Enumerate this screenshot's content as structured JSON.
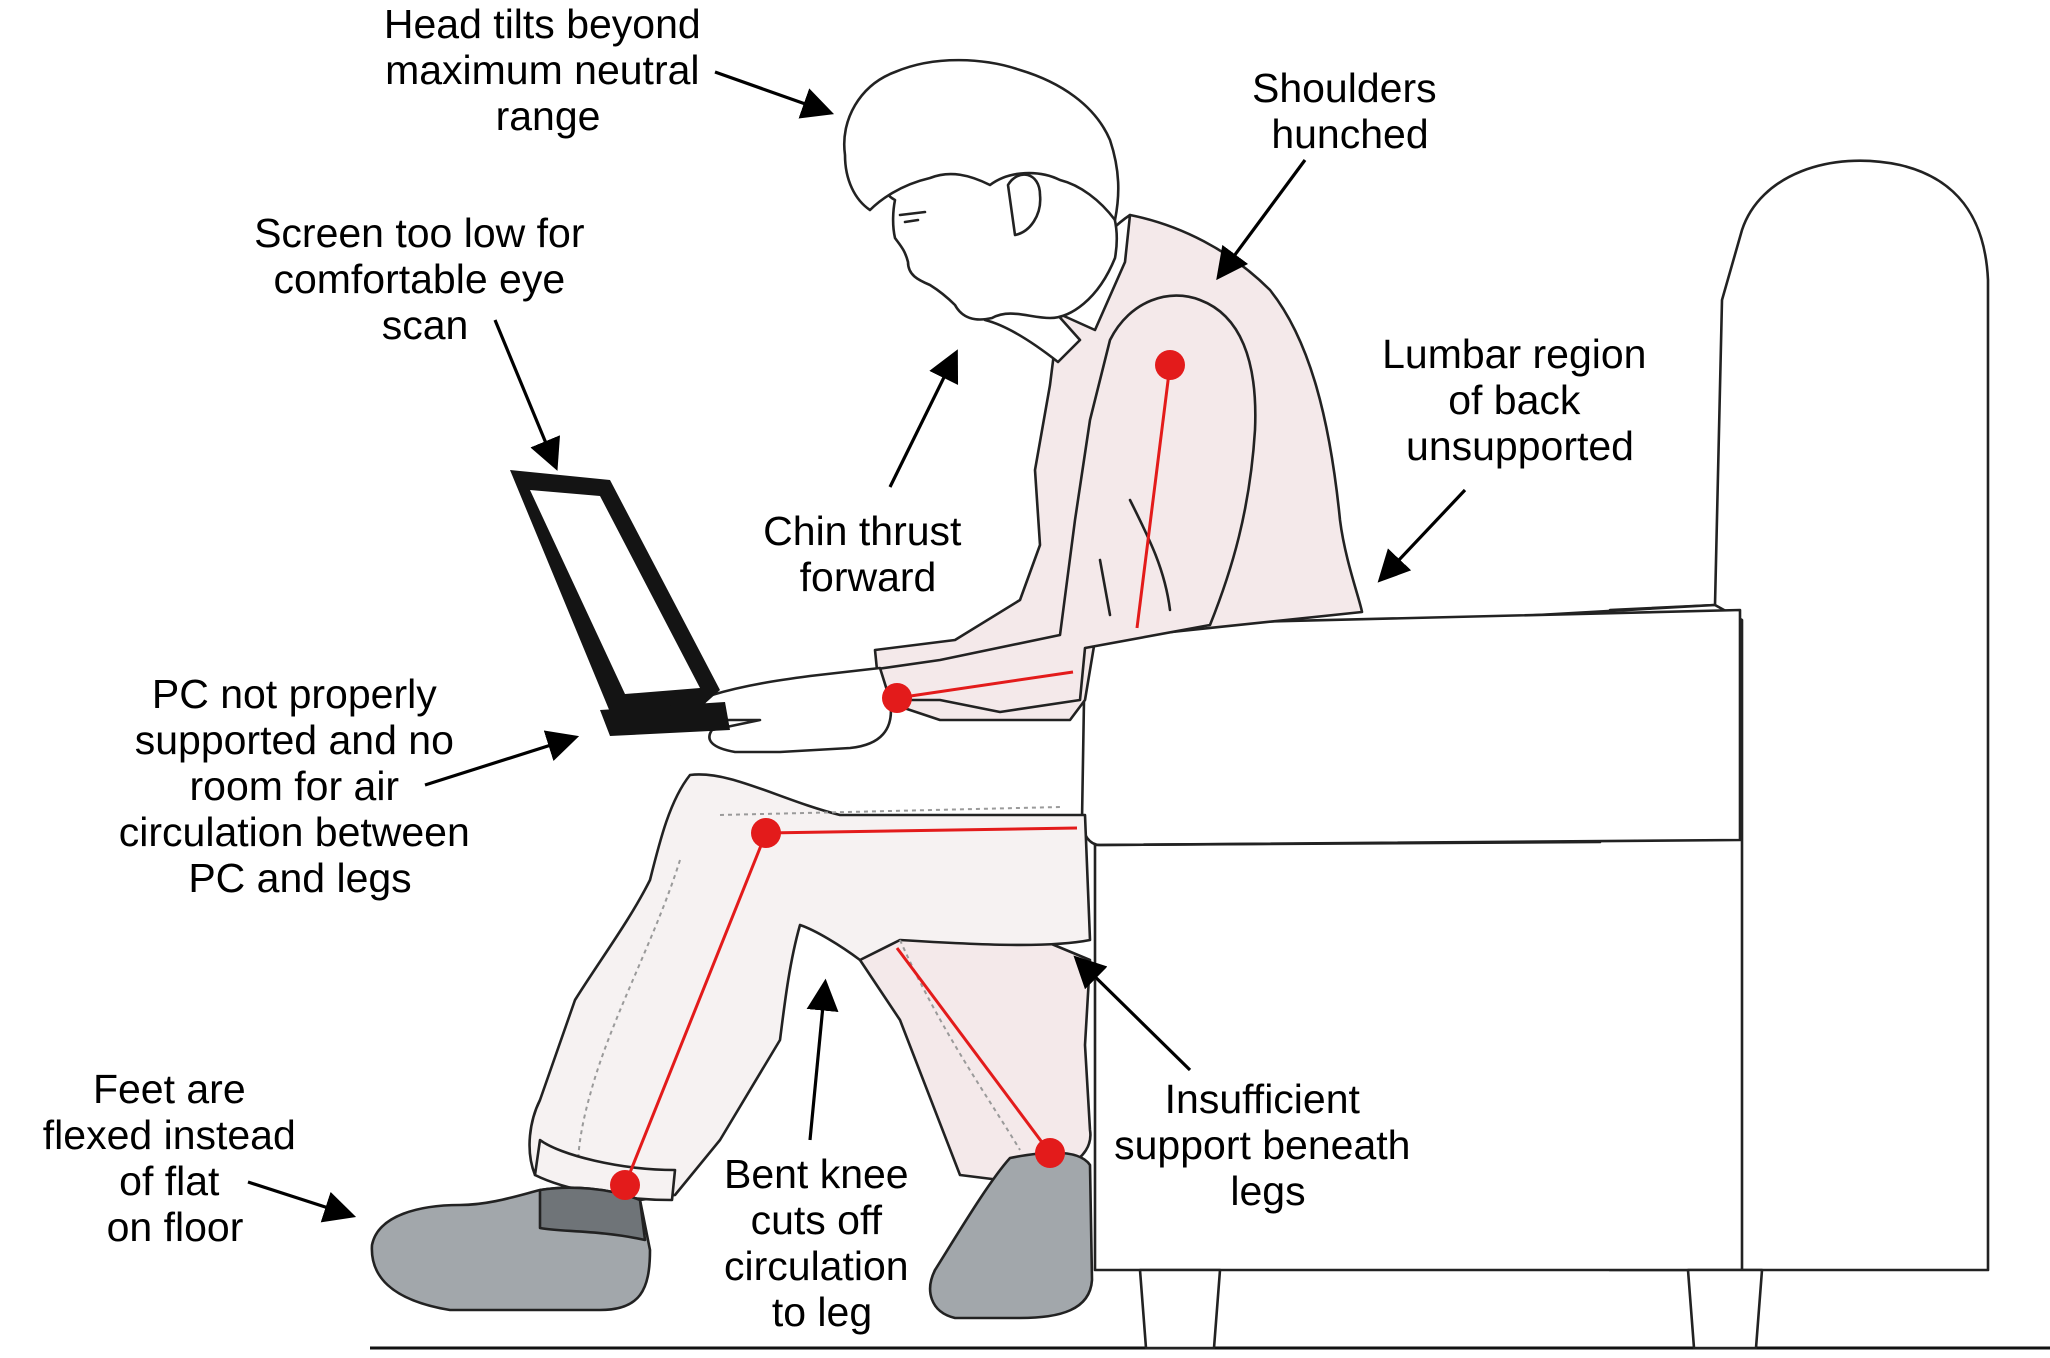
{
  "annotations": {
    "head": [
      "Head tilts beyond",
      "maximum neutral",
      "range"
    ],
    "shoulders": [
      "Shoulders",
      "hunched"
    ],
    "screen": [
      "Screen too low for",
      "comfortable eye",
      "scan"
    ],
    "lumbar": [
      "Lumbar region",
      "of back",
      "unsupported"
    ],
    "chin": [
      "Chin thrust",
      "forward"
    ],
    "pc": [
      "PC not properly",
      "supported and no",
      "room for air",
      "circulation between",
      "PC and legs"
    ],
    "feet": [
      "Feet are",
      "flexed instead",
      "of flat",
      "on floor"
    ],
    "knee": [
      "Bent knee",
      "cuts off",
      "circulation",
      "to leg"
    ],
    "legs_support": [
      "Insufficient",
      "support beneath",
      "legs"
    ]
  },
  "colors": {
    "shirt": "#f4e9ea",
    "pants": "#f6f2f2",
    "shoes": "#a2a7ab",
    "shoe_dark": "#6f7478",
    "joints": "#e31b1b",
    "outline": "#222222",
    "laptop": "#141414",
    "chair": "#ffffff"
  }
}
